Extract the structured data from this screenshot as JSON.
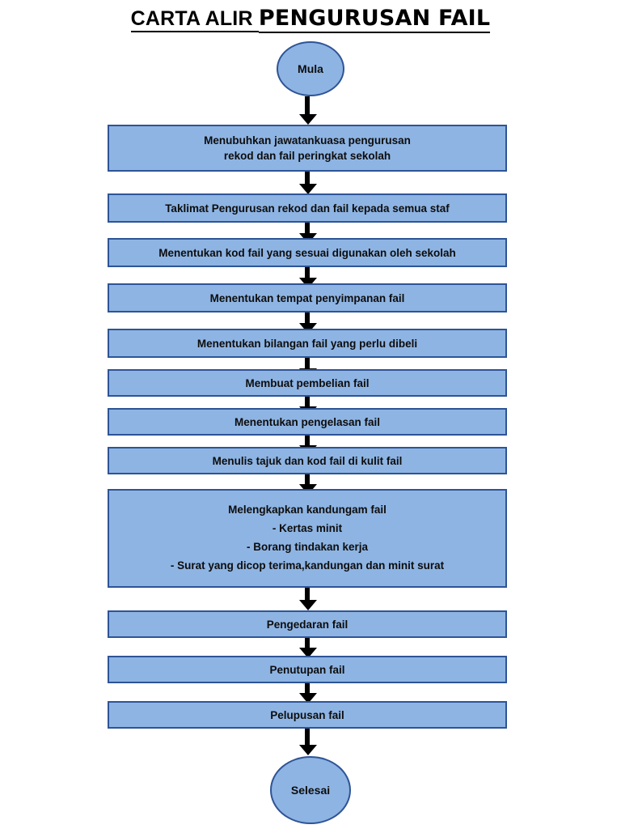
{
  "title": {
    "part1": "CARTA ALIR ",
    "part2": "PENGURUSAN FAIL",
    "full": "CARTA ALIR PENGURUSAN FAIL"
  },
  "colors": {
    "node_fill": "#8eb4e3",
    "node_border": "#2e5496",
    "connector": "#000000",
    "text": "#0d0d0d",
    "background": "#ffffff"
  },
  "nodes": {
    "start": {
      "label": "Mula",
      "shape": "circle"
    },
    "end": {
      "label": "Selesai",
      "shape": "circle"
    },
    "steps": [
      {
        "id": "step-1",
        "shape": "process",
        "lines": [
          "Menubuhkan jawatankuasa pengurusan",
          "rekod dan fail peringkat sekolah"
        ]
      },
      {
        "id": "step-2",
        "shape": "process",
        "lines": [
          "Taklimat Pengurusan rekod dan fail kepada semua staf"
        ]
      },
      {
        "id": "step-3",
        "shape": "process",
        "lines": [
          "Menentukan kod fail yang sesuai digunakan oleh sekolah"
        ]
      },
      {
        "id": "step-4",
        "shape": "process",
        "lines": [
          "Menentukan tempat penyimpanan fail"
        ]
      },
      {
        "id": "step-5",
        "shape": "process",
        "lines": [
          "Menentukan bilangan fail yang perlu dibeli"
        ]
      },
      {
        "id": "step-6",
        "shape": "process",
        "lines": [
          "Membuat pembelian fail"
        ]
      },
      {
        "id": "step-7",
        "shape": "process",
        "lines": [
          "Menentukan pengelasan fail"
        ]
      },
      {
        "id": "step-8",
        "shape": "process",
        "lines": [
          "Menulis tajuk dan kod fail di kulit fail"
        ]
      },
      {
        "id": "step-9",
        "shape": "process",
        "lines": [
          "Melengkapkan kandungam fail",
          "-    Kertas minit",
          "-   Borang tindakan kerja",
          "-    Surat yang dicop terima,kandungan dan minit surat"
        ]
      },
      {
        "id": "step-10",
        "shape": "process",
        "lines": [
          "Pengedaran fail"
        ]
      },
      {
        "id": "step-11",
        "shape": "process",
        "lines": [
          "Penutupan fail"
        ]
      },
      {
        "id": "step-12",
        "shape": "process",
        "lines": [
          "Pelupusan fail"
        ]
      }
    ]
  }
}
